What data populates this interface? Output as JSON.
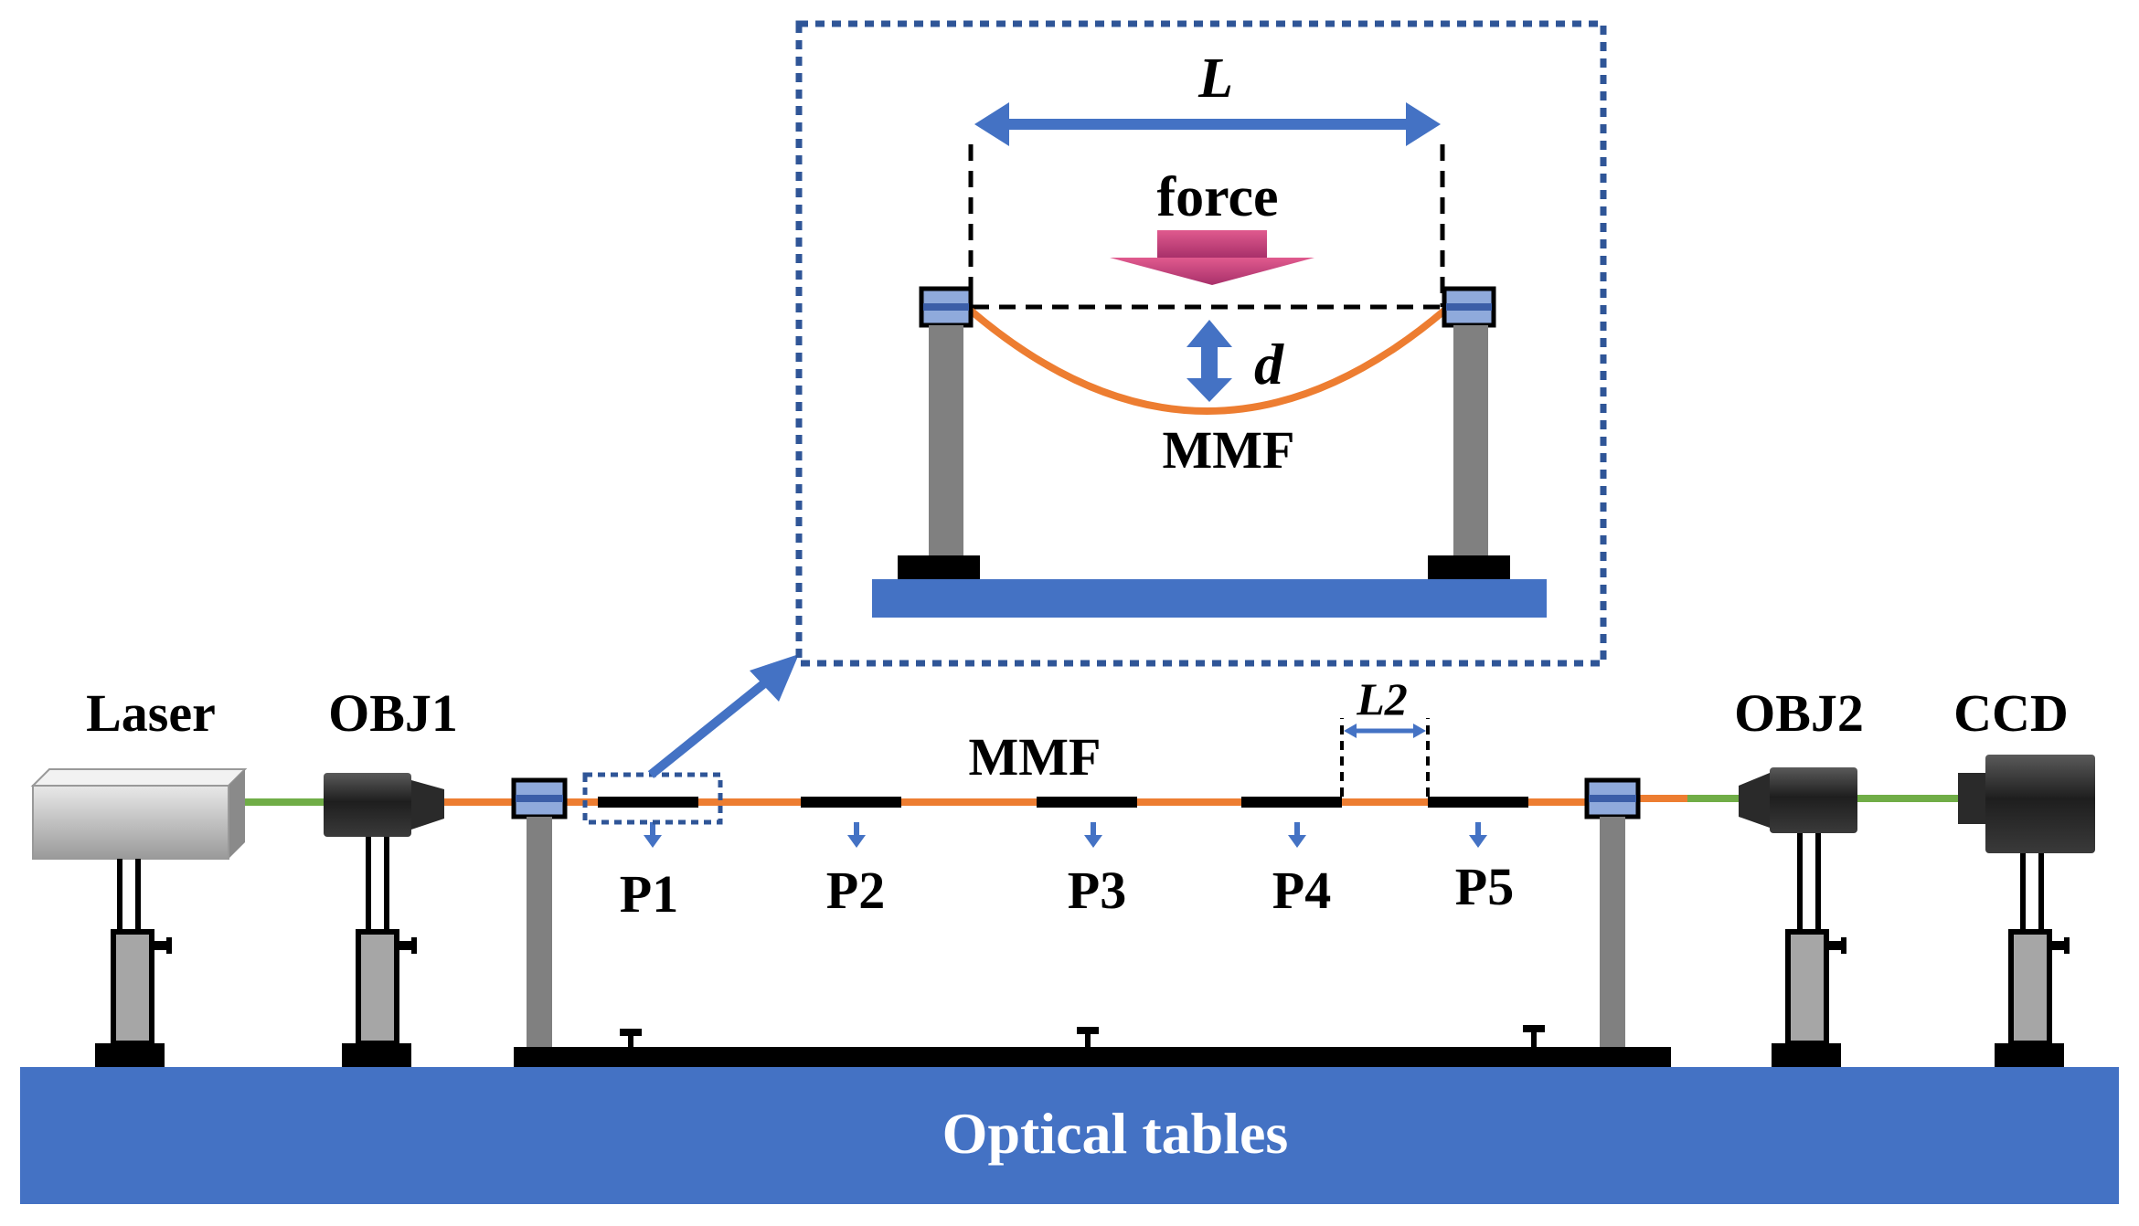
{
  "labels": {
    "laser": "Laser",
    "obj1": "OBJ1",
    "obj2": "OBJ2",
    "ccd": "CCD",
    "mmf_main": "MMF",
    "mmf_inset": "MMF",
    "L": "L",
    "L2": "L2",
    "d": "d",
    "force": "force",
    "table": "Optical tables",
    "positions": [
      "P1",
      "P2",
      "P3",
      "P4",
      "P5"
    ]
  },
  "colors": {
    "table_blue": "#4472c4",
    "fiber_orange": "#ed7d31",
    "beam_green": "#70ad47",
    "arrow_blue": "#4472c4",
    "force_arrow": "#c8417a",
    "post_gray": "#808080",
    "clamp_blue": "#8faadc"
  }
}
